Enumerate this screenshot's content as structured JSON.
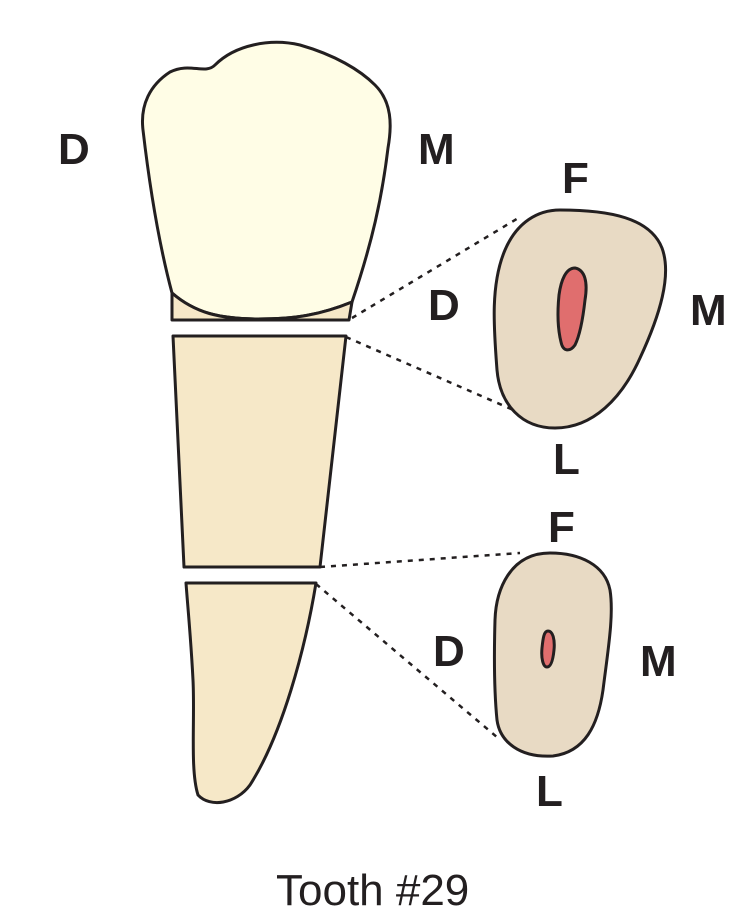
{
  "tooth": {
    "crown_labels": {
      "distal": "D",
      "mesial": "M"
    },
    "section_cervical": {
      "facial": "F",
      "distal": "D",
      "mesial": "M",
      "lingual": "L"
    },
    "section_midroot": {
      "facial": "F",
      "distal": "D",
      "mesial": "M",
      "lingual": "L"
    },
    "caption": "Tooth #29"
  },
  "colors": {
    "crown": "#fffde6",
    "root": "#f6e8c8",
    "section_dentin": "#e8dac4",
    "pulp": "#e06e6e",
    "outline": "#231f20"
  }
}
